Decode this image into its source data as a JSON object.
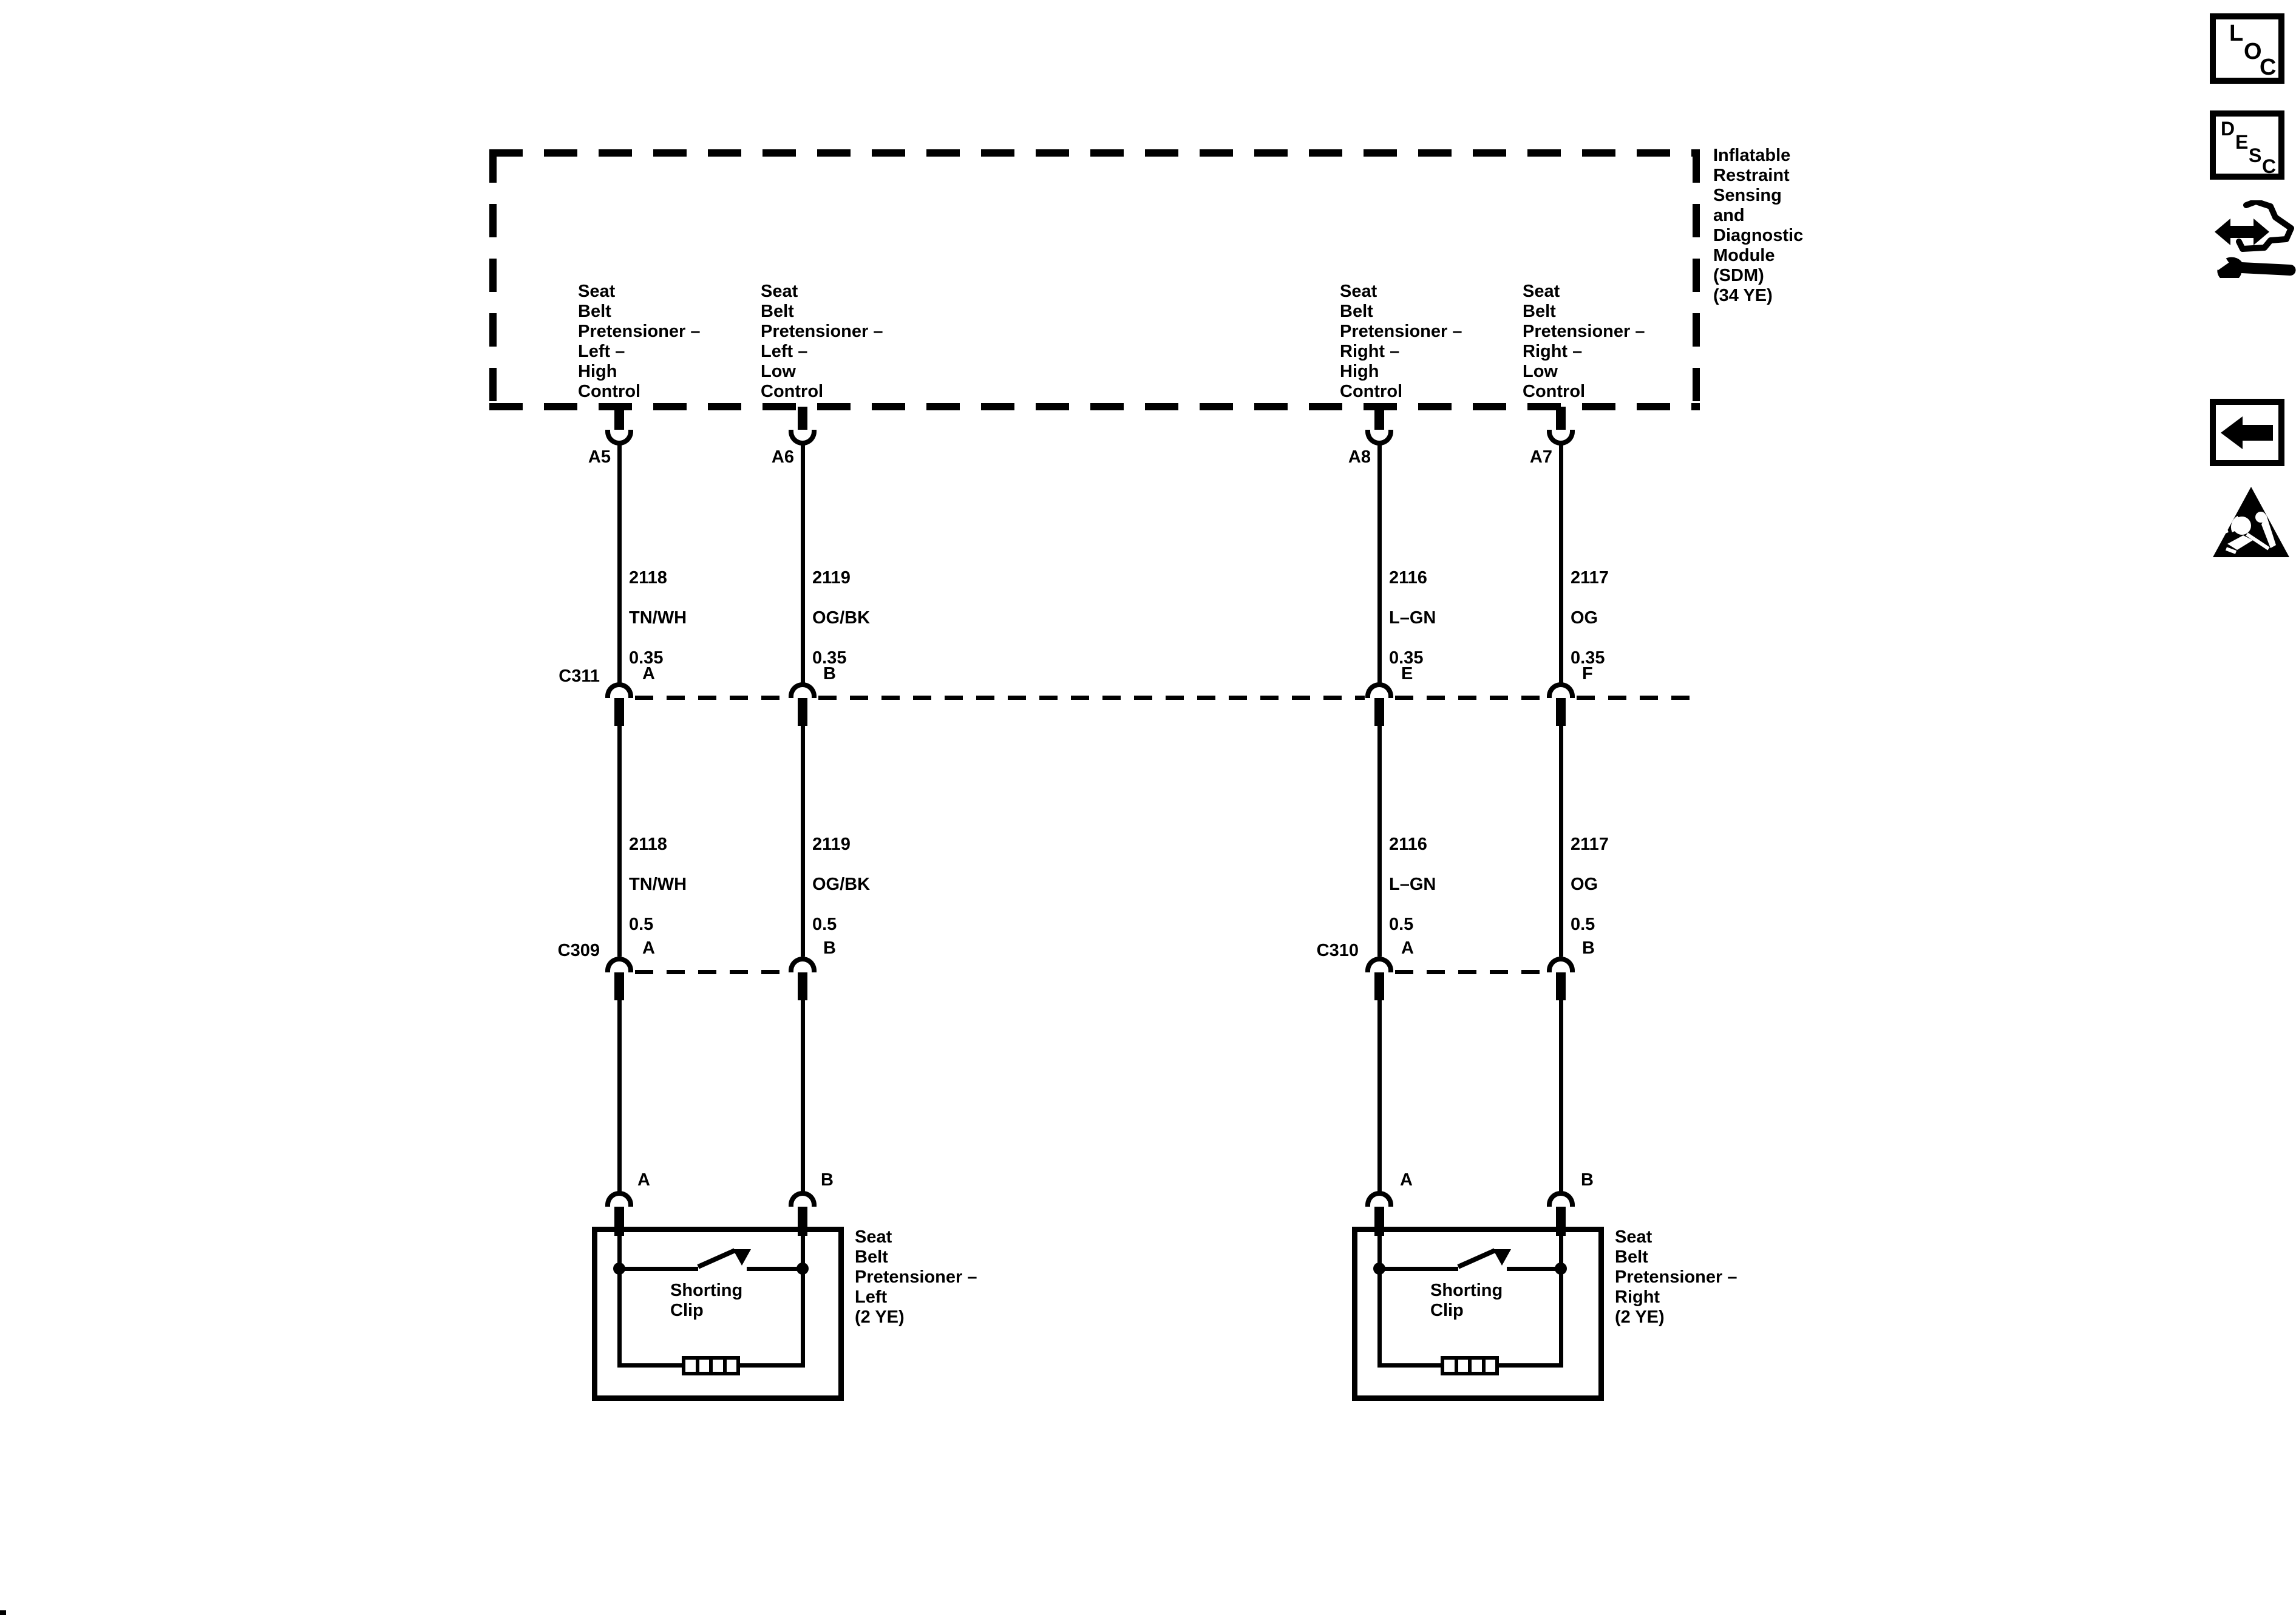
{
  "sdm": {
    "name": "Inflatable\nRestraint\nSensing\nand\nDiagnostic\nModule\n(SDM)\n(34 YE)",
    "pins": [
      {
        "id": "A5",
        "function": "Seat\nBelt\nPretensioner –\nLeft –\nHigh\nControl"
      },
      {
        "id": "A6",
        "function": "Seat\nBelt\nPretensioner –\nLeft –\nLow\nControl"
      },
      {
        "id": "A8",
        "function": "Seat\nBelt\nPretensioner –\nRight –\nHigh\nControl"
      },
      {
        "id": "A7",
        "function": "Seat\nBelt\nPretensioner –\nRight –\nLow\nControl"
      }
    ]
  },
  "wires": {
    "upper": [
      {
        "circuit": "2118",
        "color": "TN/WH",
        "gauge": "0.35"
      },
      {
        "circuit": "2119",
        "color": "OG/BK",
        "gauge": "0.35"
      },
      {
        "circuit": "2116",
        "color": "L–GN",
        "gauge": "0.35"
      },
      {
        "circuit": "2117",
        "color": "OG",
        "gauge": "0.35"
      }
    ],
    "lower": [
      {
        "circuit": "2118",
        "color": "TN/WH",
        "gauge": "0.5"
      },
      {
        "circuit": "2119",
        "color": "OG/BK",
        "gauge": "0.5"
      },
      {
        "circuit": "2116",
        "color": "L–GN",
        "gauge": "0.5"
      },
      {
        "circuit": "2117",
        "color": "OG",
        "gauge": "0.5"
      }
    ]
  },
  "connectors": {
    "c311": {
      "id": "C311",
      "pins": [
        "A",
        "B",
        "E",
        "F"
      ]
    },
    "c309": {
      "id": "C309",
      "pins": [
        "A",
        "B"
      ]
    },
    "c310": {
      "id": "C310",
      "pins": [
        "A",
        "B"
      ]
    }
  },
  "pretensioners": {
    "left": {
      "pin_a": "A",
      "pin_b": "B",
      "clip": "Shorting\nClip",
      "name": "Seat\nBelt\nPretensioner –\nLeft\n(2 YE)"
    },
    "right": {
      "pin_a": "A",
      "pin_b": "B",
      "clip": "Shorting\nClip",
      "name": "Seat\nBelt\nPretensioner –\nRight\n(2 YE)"
    }
  },
  "sidebar": {
    "loc": [
      "L",
      "O",
      "C"
    ],
    "desc": [
      "D",
      "E",
      "S",
      "C"
    ]
  },
  "colors": {
    "ink": "#000000",
    "paper": "#ffffff"
  }
}
